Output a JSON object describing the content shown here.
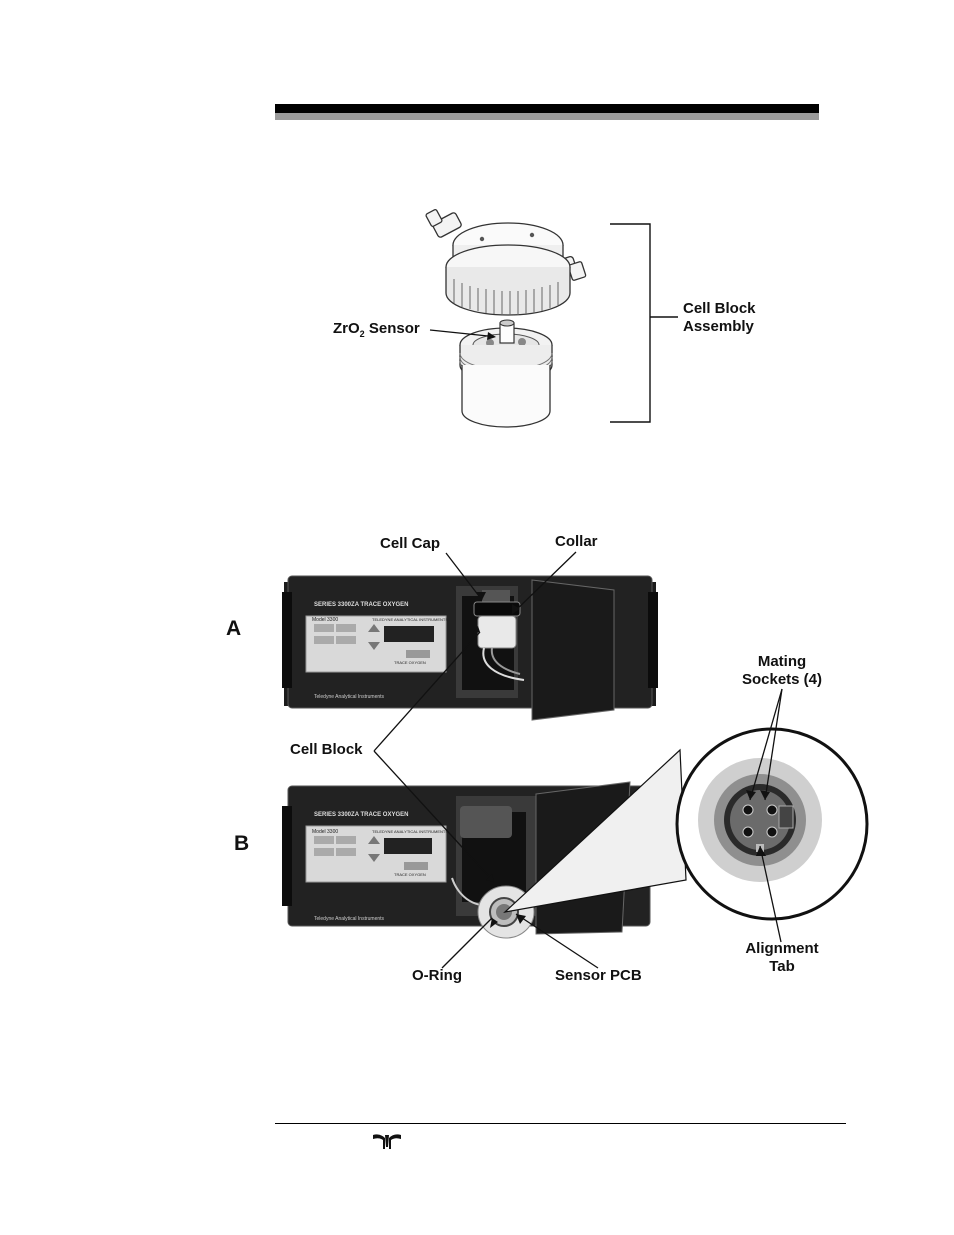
{
  "figure1": {
    "sensor_label": "ZrO",
    "sensor_sub": "2",
    "sensor_suffix": " Sensor",
    "assembly_label_line1": "Cell Block",
    "assembly_label_line2": "Assembly"
  },
  "figure2": {
    "panel_a": "A",
    "panel_b": "B",
    "cell_cap": "Cell Cap",
    "collar": "Collar",
    "cell_block": "Cell Block",
    "mating_sockets_line1": "Mating",
    "mating_sockets_line2": "Sockets (4)",
    "o_ring": "O-Ring",
    "sensor_pcb": "Sensor PCB",
    "alignment_tab_line1": "Alignment",
    "alignment_tab_line2": "Tab",
    "instrument": {
      "series_title": "SERIES 3300ZA TRACE OXYGEN",
      "model": "Model 3300",
      "brand": "TELEDYNE ANALYTICAL INSTRUMENTS",
      "footer_brand": "Teledyne Analytical Instruments",
      "range_label": "TRACE OXYGEN"
    }
  },
  "footer": {
    "logo": "teledyne-logo-icon"
  }
}
